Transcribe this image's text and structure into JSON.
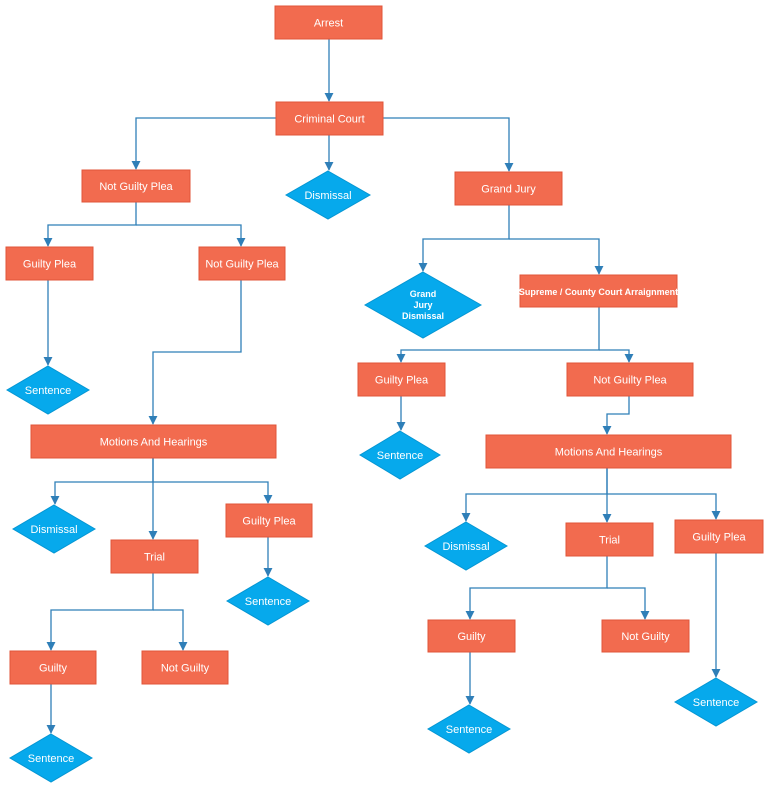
{
  "diagram": {
    "colors": {
      "process": "#f26b4f",
      "decision": "#06a9ec",
      "edge": "#2f7fb8",
      "label": "#ffffff"
    },
    "nodes": [
      {
        "id": "arrest",
        "shape": "rect",
        "label": "Arrest"
      },
      {
        "id": "criminal-court",
        "shape": "rect",
        "label": "Criminal Court"
      },
      {
        "id": "not-guilty-plea-1",
        "shape": "rect",
        "label": "Not Guilty Plea"
      },
      {
        "id": "dismissal-1",
        "shape": "diamond",
        "label": "Dismissal"
      },
      {
        "id": "grand-jury",
        "shape": "rect",
        "label": "Grand Jury"
      },
      {
        "id": "guilty-plea-1",
        "shape": "rect",
        "label": "Guilty Plea"
      },
      {
        "id": "not-guilty-plea-2",
        "shape": "rect",
        "label": "Not Guilty Plea"
      },
      {
        "id": "grand-jury-dismissal",
        "shape": "diamond",
        "label": "Grand Jury Dismissal"
      },
      {
        "id": "arraignment",
        "shape": "rect",
        "label": "Supreme / County Court Arraignment"
      },
      {
        "id": "sentence-1",
        "shape": "diamond",
        "label": "Sentence"
      },
      {
        "id": "guilty-plea-2",
        "shape": "rect",
        "label": "Guilty Plea"
      },
      {
        "id": "not-guilty-plea-3",
        "shape": "rect",
        "label": "Not Guilty Plea"
      },
      {
        "id": "motions-hearings-1",
        "shape": "rect",
        "label": "Motions And Hearings"
      },
      {
        "id": "sentence-2",
        "shape": "diamond",
        "label": "Sentence"
      },
      {
        "id": "motions-hearings-2",
        "shape": "rect",
        "label": "Motions And Hearings"
      },
      {
        "id": "dismissal-2",
        "shape": "diamond",
        "label": "Dismissal"
      },
      {
        "id": "guilty-plea-3",
        "shape": "rect",
        "label": "Guilty Plea"
      },
      {
        "id": "trial-1",
        "shape": "rect",
        "label": "Trial"
      },
      {
        "id": "sentence-3",
        "shape": "diamond",
        "label": "Sentence"
      },
      {
        "id": "dismissal-3",
        "shape": "diamond",
        "label": "Dismissal"
      },
      {
        "id": "trial-2",
        "shape": "rect",
        "label": "Trial"
      },
      {
        "id": "guilty-plea-4",
        "shape": "rect",
        "label": "Guilty Plea"
      },
      {
        "id": "guilty-1",
        "shape": "rect",
        "label": "Guilty"
      },
      {
        "id": "not-guilty-1",
        "shape": "rect",
        "label": "Not Guilty"
      },
      {
        "id": "guilty-2",
        "shape": "rect",
        "label": "Guilty"
      },
      {
        "id": "not-guilty-2",
        "shape": "rect",
        "label": "Not Guilty"
      },
      {
        "id": "sentence-4",
        "shape": "diamond",
        "label": "Sentence"
      },
      {
        "id": "sentence-5",
        "shape": "diamond",
        "label": "Sentence"
      },
      {
        "id": "sentence-6",
        "shape": "diamond",
        "label": "Sentence"
      }
    ],
    "edges": [
      {
        "from": "arrest",
        "to": "criminal-court"
      },
      {
        "from": "criminal-court",
        "to": "not-guilty-plea-1"
      },
      {
        "from": "criminal-court",
        "to": "dismissal-1"
      },
      {
        "from": "criminal-court",
        "to": "grand-jury"
      },
      {
        "from": "not-guilty-plea-1",
        "to": "guilty-plea-1"
      },
      {
        "from": "not-guilty-plea-1",
        "to": "not-guilty-plea-2"
      },
      {
        "from": "guilty-plea-1",
        "to": "sentence-1"
      },
      {
        "from": "not-guilty-plea-2",
        "to": "motions-hearings-1"
      },
      {
        "from": "motions-hearings-1",
        "to": "dismissal-2"
      },
      {
        "from": "motions-hearings-1",
        "to": "trial-1"
      },
      {
        "from": "motions-hearings-1",
        "to": "guilty-plea-3"
      },
      {
        "from": "guilty-plea-3",
        "to": "sentence-3"
      },
      {
        "from": "trial-1",
        "to": "guilty-1"
      },
      {
        "from": "trial-1",
        "to": "not-guilty-1"
      },
      {
        "from": "guilty-1",
        "to": "sentence-4"
      },
      {
        "from": "grand-jury",
        "to": "grand-jury-dismissal"
      },
      {
        "from": "grand-jury",
        "to": "arraignment"
      },
      {
        "from": "arraignment",
        "to": "guilty-plea-2"
      },
      {
        "from": "arraignment",
        "to": "not-guilty-plea-3"
      },
      {
        "from": "guilty-plea-2",
        "to": "sentence-2"
      },
      {
        "from": "not-guilty-plea-3",
        "to": "motions-hearings-2"
      },
      {
        "from": "motions-hearings-2",
        "to": "dismissal-3"
      },
      {
        "from": "motions-hearings-2",
        "to": "trial-2"
      },
      {
        "from": "motions-hearings-2",
        "to": "guilty-plea-4"
      },
      {
        "from": "trial-2",
        "to": "guilty-2"
      },
      {
        "from": "trial-2",
        "to": "not-guilty-2"
      },
      {
        "from": "guilty-2",
        "to": "sentence-5"
      },
      {
        "from": "guilty-plea-4",
        "to": "sentence-6"
      }
    ]
  }
}
